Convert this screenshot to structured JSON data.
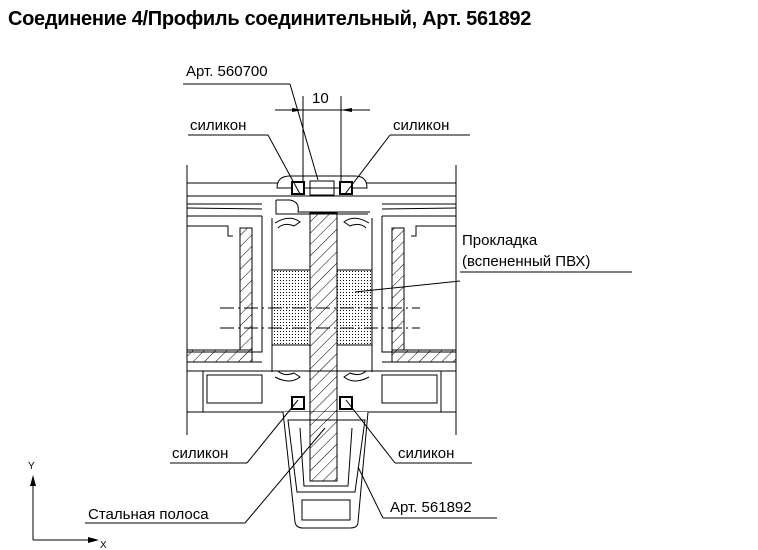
{
  "title": "Соединение 4/Профиль соединительный, Арт. 561892",
  "labels": {
    "art_top": "Арт. 560700",
    "dimension": "10",
    "silicone_top_left": "силикон",
    "silicone_top_right": "силикон",
    "gasket_line1": "Прокладка",
    "gasket_line2": "(вспененный ПВХ)",
    "silicone_bottom_left": "силикон",
    "silicone_bottom_right": "силикон",
    "steel_strip": "Стальная полоса",
    "art_bottom": "Арт. 561892"
  },
  "axes": {
    "y": "Y",
    "x": "X"
  }
}
